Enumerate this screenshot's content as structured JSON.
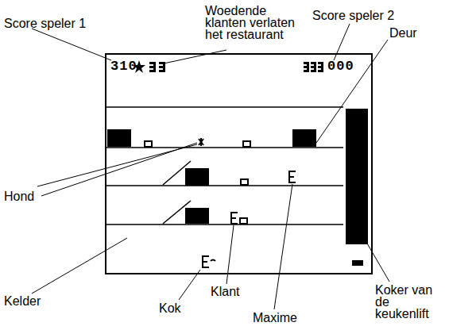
{
  "diagram": {
    "labels": [
      "Score speler 1",
      "Woedende klanten verlaten het restaurant",
      "Score speler 2",
      "Deur",
      "Hond",
      "Kelder",
      "Kok",
      "Klant",
      "Maxime",
      "Koker van de keukenlift",
      "310",
      "000"
    ]
  }
}
